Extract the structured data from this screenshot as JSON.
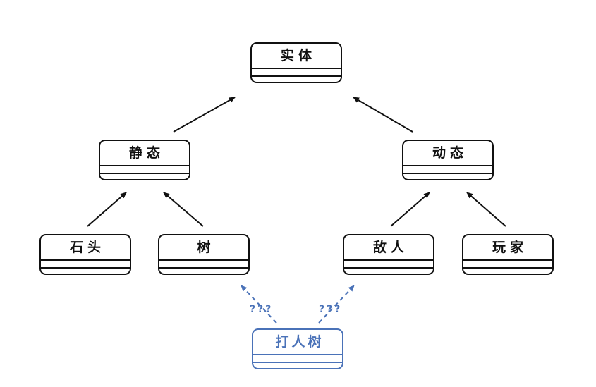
{
  "nodes": {
    "entity": "实体",
    "static": "静态",
    "dynamic": "动态",
    "stone": "石头",
    "tree": "树",
    "enemy": "敌人",
    "player": "玩家",
    "tree_hitter": "打人树"
  },
  "question_labels": {
    "left": "???",
    "right": "???"
  },
  "colors": {
    "normal": "#111111",
    "highlight": "#4a72b8"
  }
}
